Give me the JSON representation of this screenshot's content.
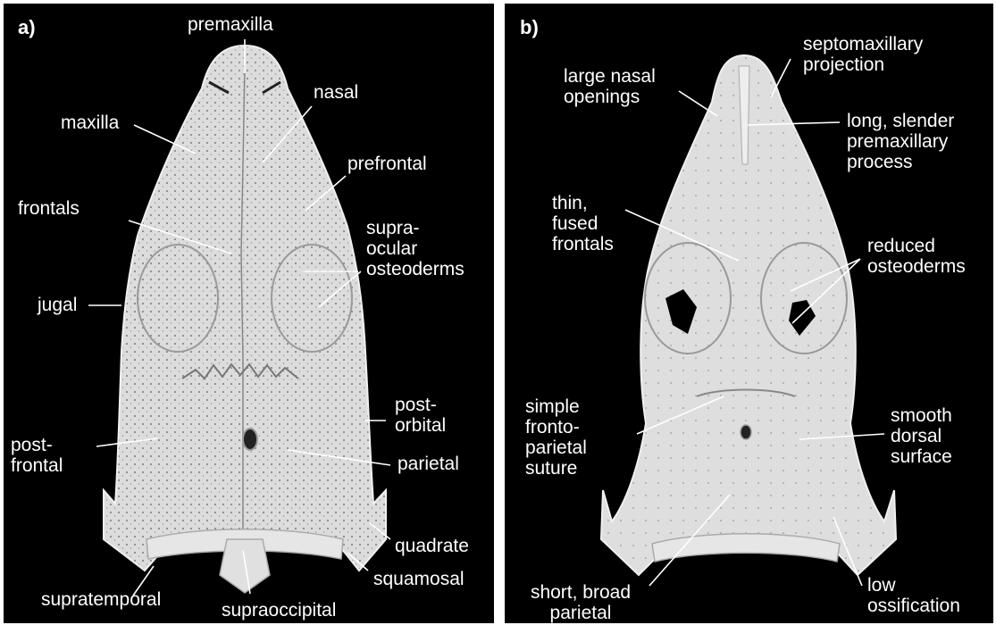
{
  "panel_a": {
    "letter": "a)",
    "labels": {
      "premaxilla": "premaxilla",
      "nasal": "nasal",
      "maxilla": "maxilla",
      "prefrontal": "prefrontal",
      "frontals": "frontals",
      "supraocular_1": "supra-",
      "supraocular_2": "ocular",
      "supraocular_3": "osteoderms",
      "jugal": "jugal",
      "postorbital_1": "post-",
      "postorbital_2": "orbital",
      "postfrontal_1": "post-",
      "postfrontal_2": "frontal",
      "parietal": "parietal",
      "quadrate": "quadrate",
      "squamosal": "squamosal",
      "supratemporal": "supratemporal",
      "supraoccipital": "supraoccipital"
    }
  },
  "panel_b": {
    "letter": "b)",
    "labels": {
      "nasal_openings_1": "large nasal",
      "nasal_openings_2": "openings",
      "septomaxillary_1": "septomaxillary",
      "septomaxillary_2": "projection",
      "premaxillary_1": "long, slender",
      "premaxillary_2": "premaxillary",
      "premaxillary_3": "process",
      "frontals_1": "thin,",
      "frontals_2": "fused",
      "frontals_3": "frontals",
      "osteoderms_1": "reduced",
      "osteoderms_2": "osteoderms",
      "suture_1": "simple",
      "suture_2": "fronto-",
      "suture_3": "parietal",
      "suture_4": "suture",
      "dorsal_1": "smooth",
      "dorsal_2": "dorsal",
      "dorsal_3": "surface",
      "parietal_1": "short, broad",
      "parietal_2": "parietal",
      "ossification_1": "low",
      "ossification_2": "ossification"
    }
  }
}
